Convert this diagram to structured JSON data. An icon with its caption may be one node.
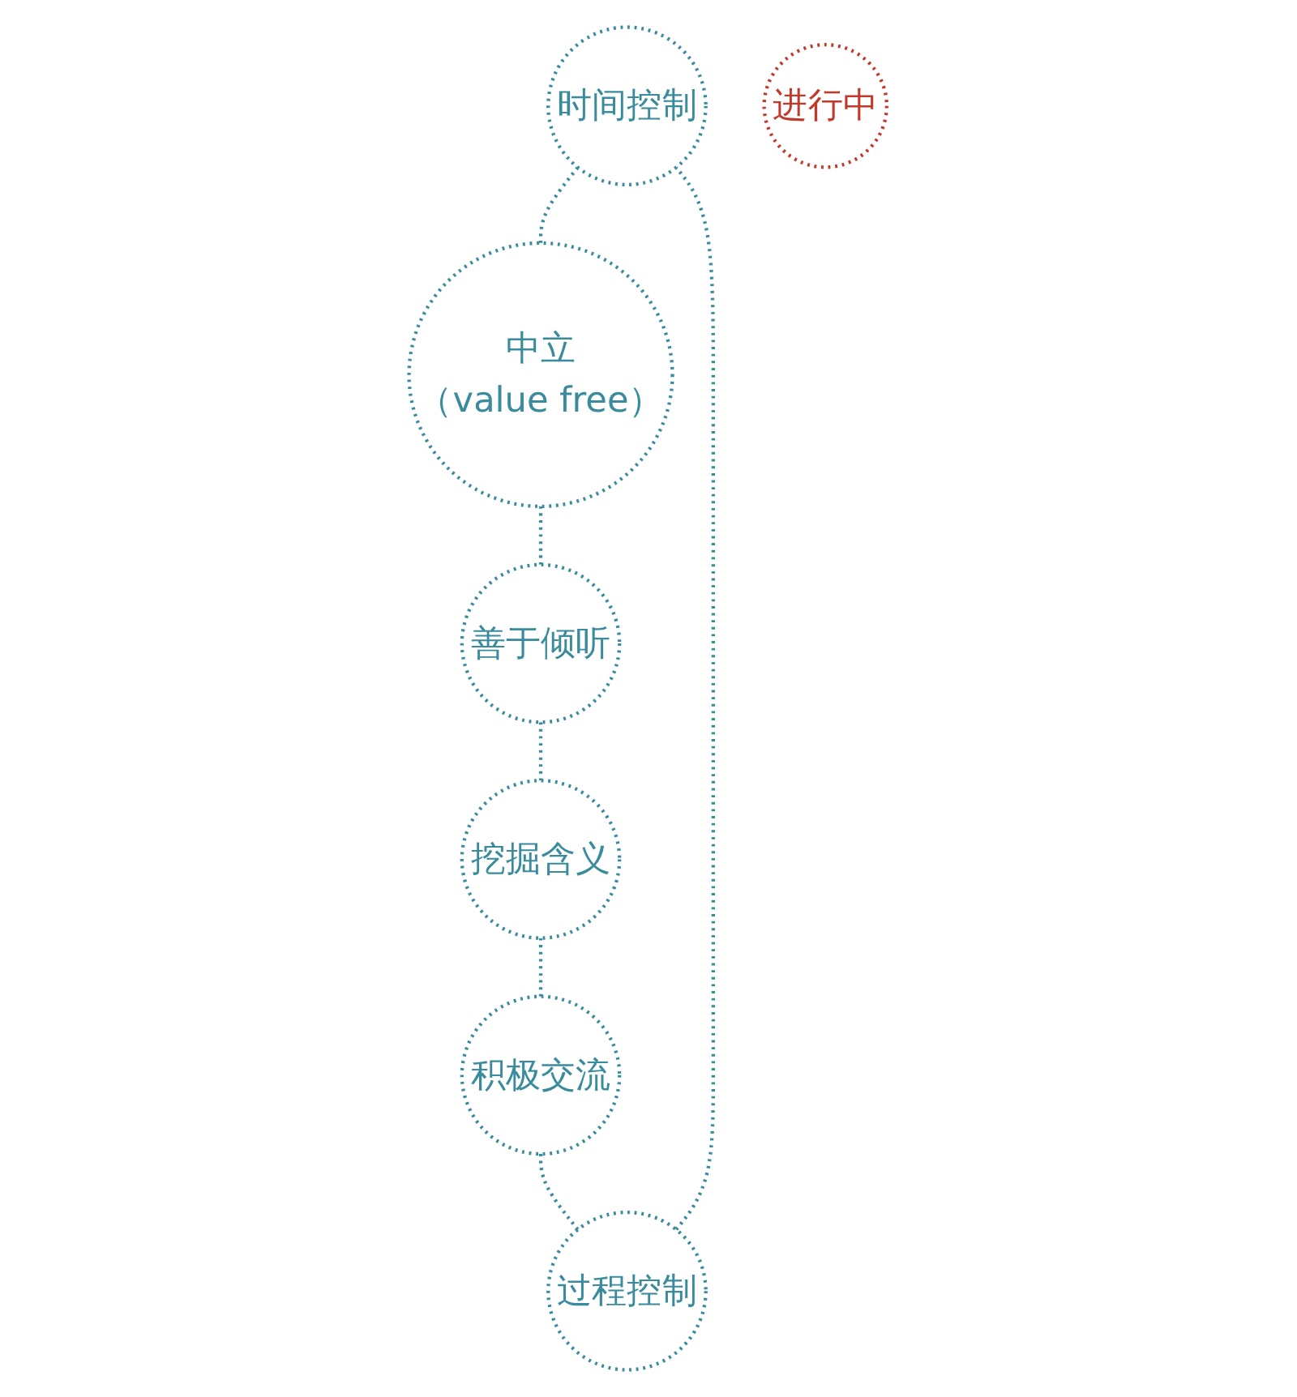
{
  "diagram": {
    "nodes": [
      {
        "text": [
          "时间控制"
        ]
      },
      {
        "text": [
          "中立",
          "（value free）"
        ]
      },
      {
        "text": [
          "善于倾听"
        ]
      },
      {
        "text": [
          "挖掘含义"
        ]
      },
      {
        "text": [
          "积极交流"
        ]
      },
      {
        "text": [
          "过程控制"
        ]
      },
      {
        "text": [
          "进行中"
        ]
      }
    ],
    "edges": [
      {
        "from": 0,
        "to": 1,
        "arrow": "none",
        "style": "dashed"
      },
      {
        "from": 1,
        "to": 2,
        "arrow": "none",
        "style": "dashed"
      },
      {
        "from": 2,
        "to": 3,
        "arrow": "none",
        "style": "dashed"
      },
      {
        "from": 3,
        "to": 4,
        "arrow": "none",
        "style": "dashed"
      },
      {
        "from": 4,
        "to": 5,
        "arrow": "none",
        "style": "dashed"
      },
      {
        "from": 5,
        "to": 0,
        "arrow": "none",
        "style": "dashed"
      }
    ]
  }
}
